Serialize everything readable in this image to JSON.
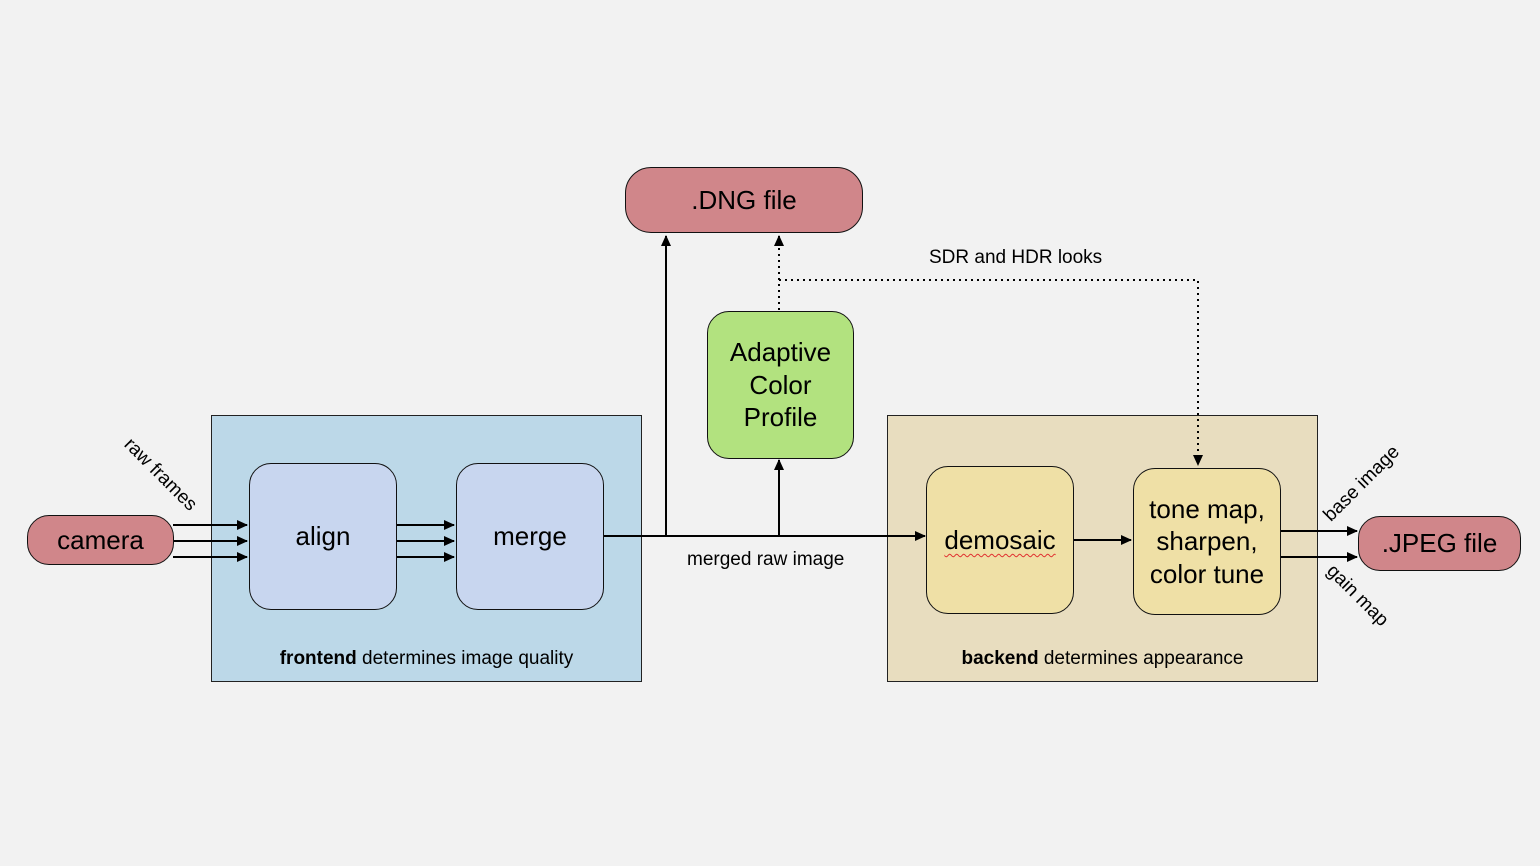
{
  "colors": {
    "background": "#f2f2f2",
    "io_node": "#d0868a",
    "frontend_group": "#bcd8e8",
    "frontend_node": "#c8d6ef",
    "backend_group": "#e8ddbf",
    "backend_node": "#efe0a6",
    "profile_node": "#b2e27f"
  },
  "nodes": {
    "camera": "camera",
    "align": "align",
    "merge": "merge",
    "dng": ".DNG file",
    "profile": "Adaptive\nColor\nProfile",
    "demosaic": "demosaic",
    "tonemap": "tone map,\nsharpen,\ncolor tune",
    "jpeg": ".JPEG file"
  },
  "groups": {
    "frontend": {
      "bold": "frontend",
      "rest": " determines image quality"
    },
    "backend": {
      "bold": "backend",
      "rest": " determines appearance"
    }
  },
  "edge_labels": {
    "raw_frames": "raw frames",
    "merged_raw": "merged raw image",
    "looks": "SDR and HDR looks",
    "base_image": "base image",
    "gain_map": "gain map"
  }
}
